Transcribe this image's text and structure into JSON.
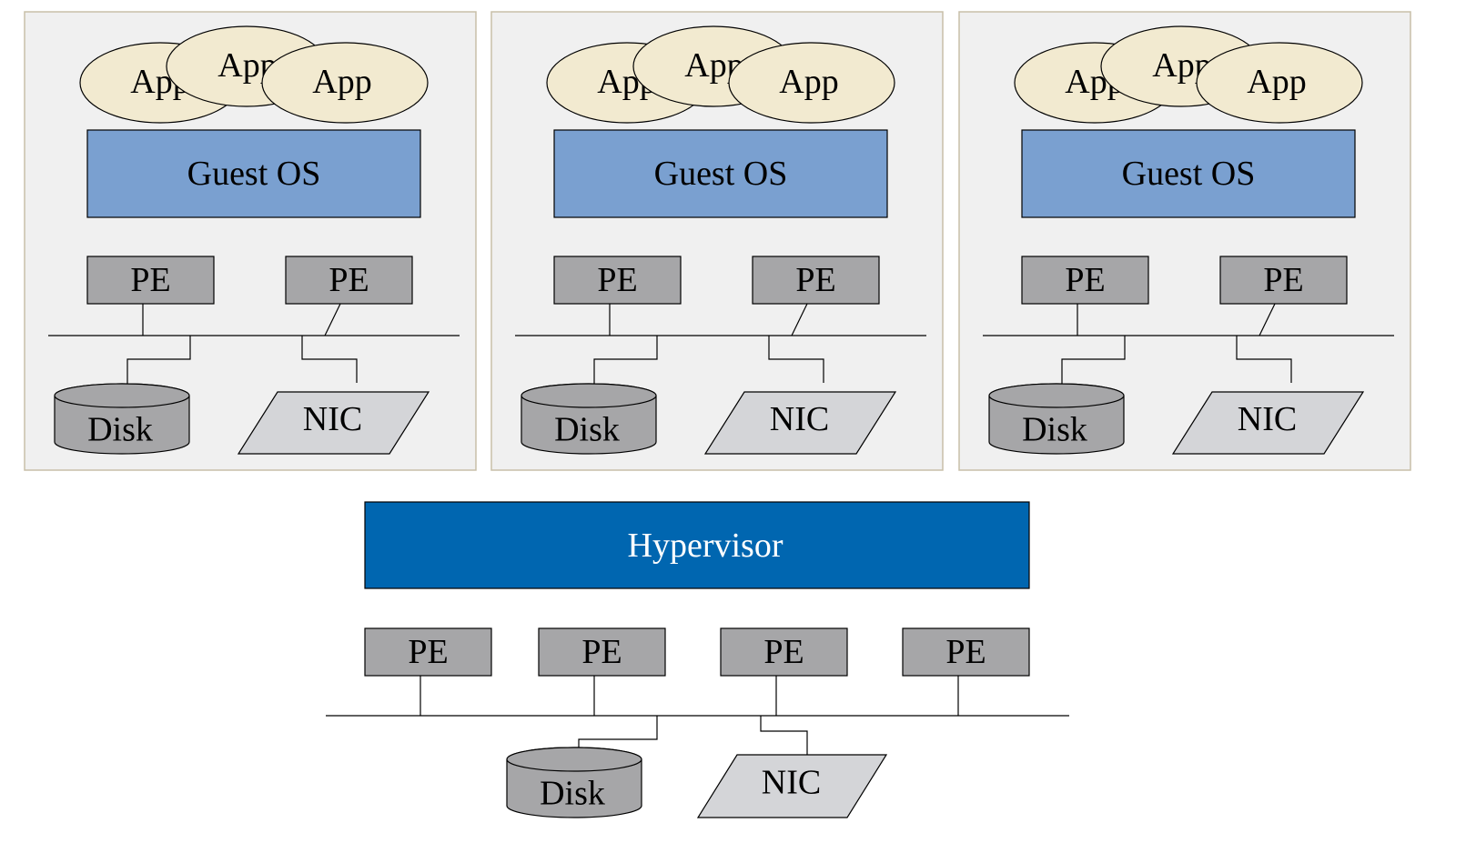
{
  "vms": [
    {
      "app_labels": [
        "App",
        "App",
        "App"
      ],
      "guest_os": "Guest OS",
      "pe_labels": [
        "PE",
        "PE"
      ],
      "disk": "Disk",
      "nic": "NIC"
    },
    {
      "app_labels": [
        "App",
        "App",
        "App"
      ],
      "guest_os": "Guest OS",
      "pe_labels": [
        "PE",
        "PE"
      ],
      "disk": "Disk",
      "nic": "NIC"
    },
    {
      "app_labels": [
        "App",
        "App",
        "App"
      ],
      "guest_os": "Guest OS",
      "pe_labels": [
        "PE",
        "PE"
      ],
      "disk": "Disk",
      "nic": "NIC"
    }
  ],
  "hypervisor": {
    "label": "Hypervisor",
    "pe_labels": [
      "PE",
      "PE",
      "PE",
      "PE"
    ],
    "disk": "Disk",
    "nic": "NIC"
  },
  "colors": {
    "vm_background": "#f0f0f0",
    "app": "#f2ead0",
    "guest_os": "#7aa0d0",
    "pe": "#a6a6a8",
    "disk": "#a6a6a8",
    "nic": "#d4d5d8",
    "hypervisor": "#0066b0",
    "hypervisor_text": "#ffffff"
  }
}
